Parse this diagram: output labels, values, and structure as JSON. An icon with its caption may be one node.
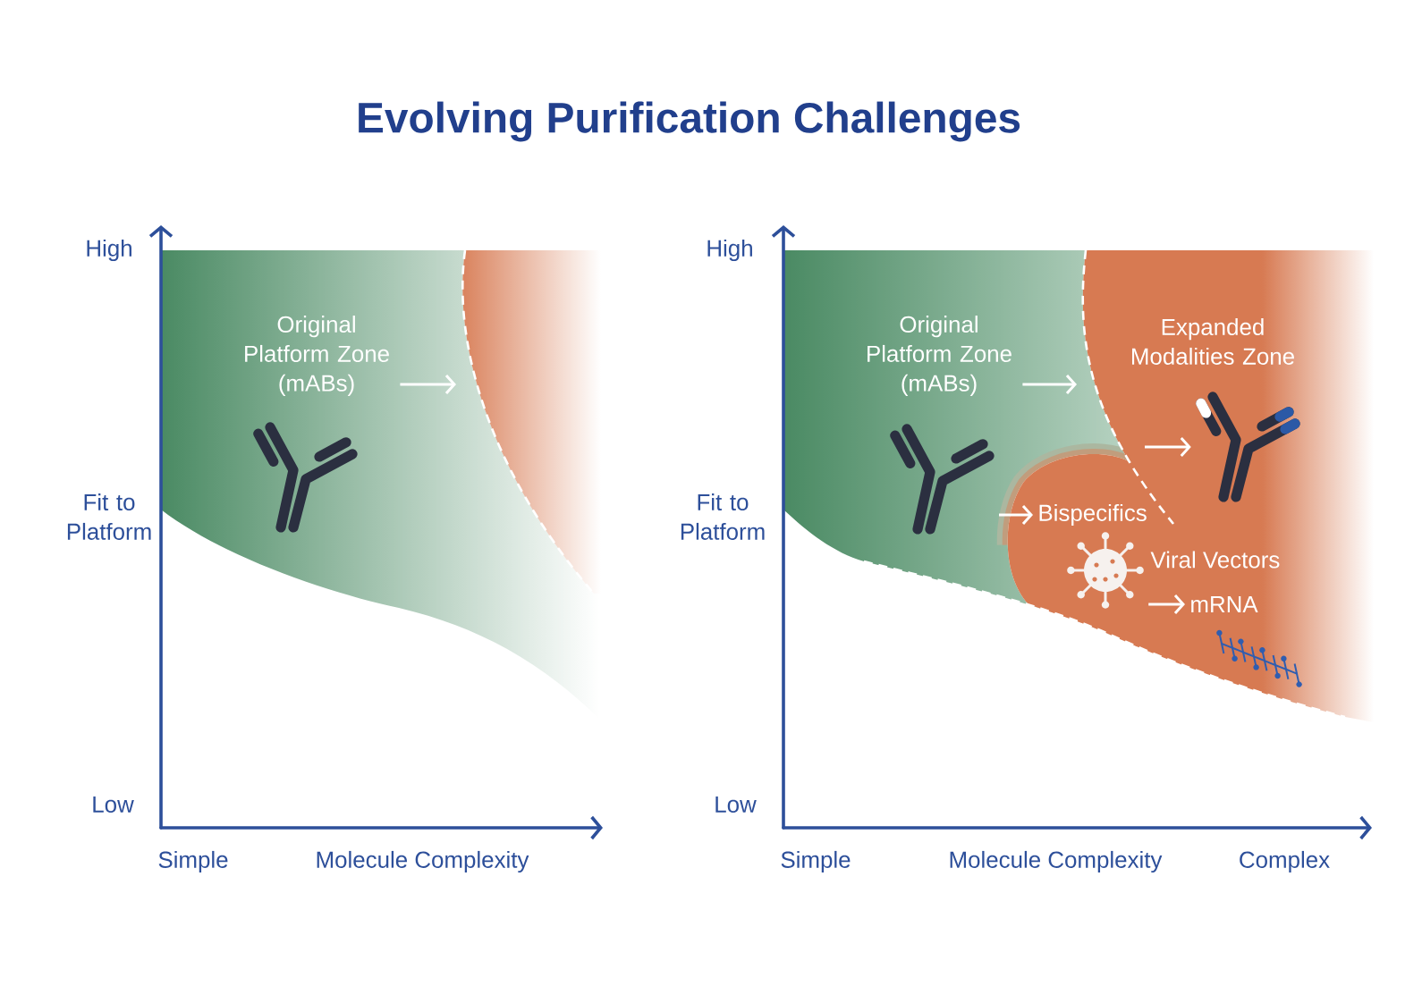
{
  "diagram": {
    "title": "Evolving Purification Challenges",
    "nodes": [
      {
        "text": [
          "Original Platform Zone (mABs)"
        ]
      },
      {
        "text": [
          "Original Platform Zone (mABs)"
        ]
      },
      {
        "text": [],
        "shape": "picture"
      },
      {
        "text": [
          "Bispecifics"
        ]
      },
      {
        "text": [],
        "shape": "picture"
      },
      {
        "text": [],
        "shape": "picture",
        "beside": [
          "Viral Vectors"
        ]
      },
      {
        "text": [
          "mRNA"
        ]
      }
    ],
    "edges": [
      {
        "from": 0,
        "to": null,
        "arrow": "to"
      },
      {
        "from": 1,
        "to": null,
        "arrow": "to"
      },
      {
        "from": 2,
        "to": 3,
        "arrow": "to"
      },
      {
        "from": null,
        "to": 4,
        "arrow": "to"
      },
      {
        "from": 5,
        "to": 6,
        "arrow": "to"
      }
    ],
    "labels": [
      "High",
      "Fit to Platform",
      "Low",
      "Simple",
      "Molecule Complexity",
      "High",
      "Expanded Modalities Zone",
      "Fit to Platform",
      "Low",
      "Simple",
      "Molecule Complexity",
      "Complex"
    ]
  }
}
